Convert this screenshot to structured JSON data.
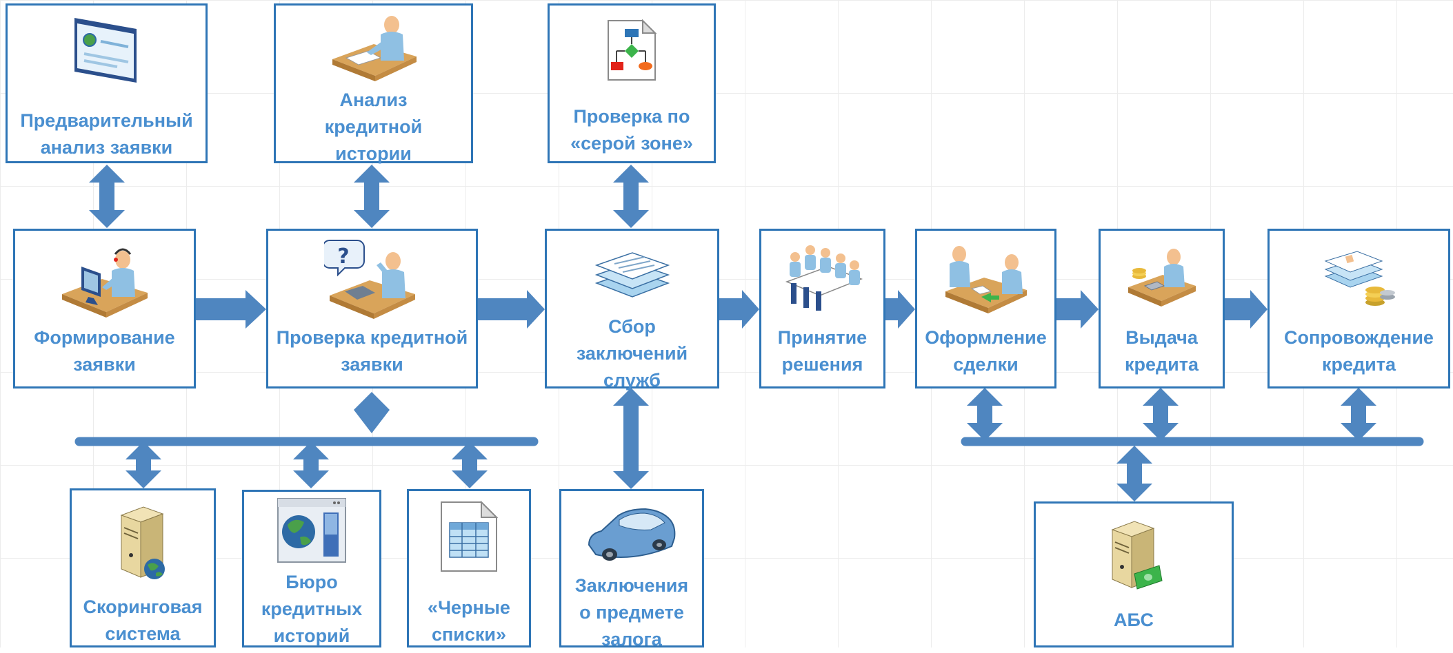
{
  "colors": {
    "border": "#2e75b6",
    "label_text": "#4a8fd0",
    "arrow_fill": "#4f86c0",
    "bus_fill": "#4f86c0",
    "grid": "#ececec"
  },
  "nodes": {
    "predvaritelny": {
      "label": "Предварительный\nанализ заявки",
      "icon": "browser-window-icon"
    },
    "analiz_ki": {
      "label": "Анализ\nкредитной\nистории",
      "icon": "office-worker-desk-icon"
    },
    "seraya_zona": {
      "label": "Проверка по\n«серой зоне»",
      "icon": "flowchart-document-icon"
    },
    "formirovanie": {
      "label": "Формирование\nзаявки",
      "icon": "call-center-operator-icon"
    },
    "proverka": {
      "label": "Проверка кредитной\nзаявки",
      "icon": "phone-inquiry-icon"
    },
    "sbor": {
      "label": "Сбор\nзаключений\nслужб",
      "icon": "document-stack-icon"
    },
    "prinyatie": {
      "label": "Принятие\nрешения",
      "icon": "meeting-table-icon"
    },
    "oformlenie": {
      "label": "Оформление\nсделки",
      "icon": "deal-signing-icon"
    },
    "vydacha": {
      "label": "Выдача\nкредита",
      "icon": "cashier-icon"
    },
    "soprovozhdenie": {
      "label": "Сопровождение\nкредита",
      "icon": "cards-and-coins-icon"
    },
    "skoring": {
      "label": "Скоринговая\nсистема",
      "icon": "server-globe-icon"
    },
    "buro": {
      "label": "Бюро\nкредитных\nисторий",
      "icon": "globe-web-page-icon"
    },
    "chernye": {
      "label": "«Черные\nсписки»",
      "icon": "spreadsheet-icon"
    },
    "zalog": {
      "label": "Заключения\nо предмете\nзалога",
      "icon": "car-icon"
    },
    "abs": {
      "label": "АБС",
      "icon": "server-money-icon"
    }
  }
}
